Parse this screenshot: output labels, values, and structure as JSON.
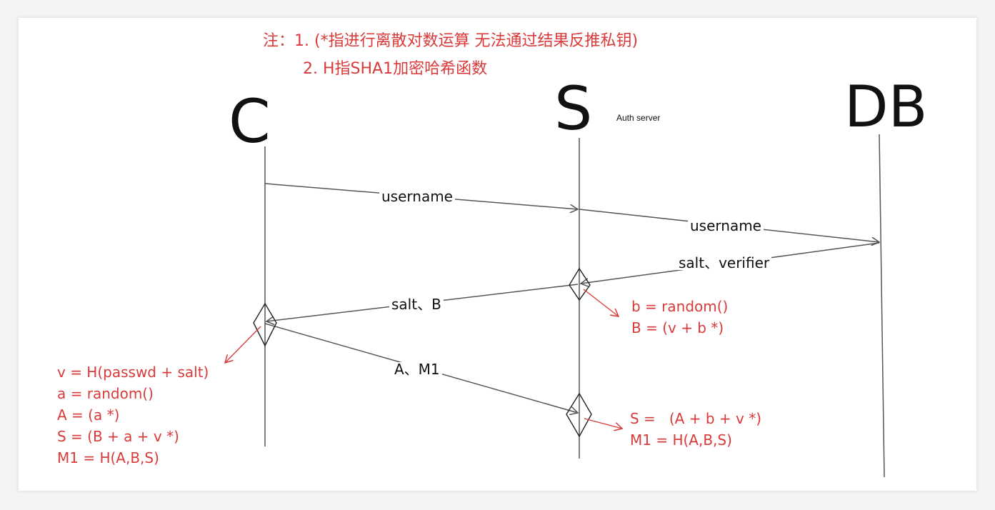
{
  "notes": {
    "line1": "注：1. (*指进行离散对数运算 无法通过结果反推私钥)",
    "line2": "2.  H指SHA1加密哈希函数"
  },
  "actors": {
    "client": "C",
    "server": "S",
    "server_caption": "Auth server",
    "db": "DB"
  },
  "messages": {
    "c_to_s_username": "username",
    "s_to_db_username": "username",
    "db_to_s": "salt、verifier",
    "s_to_c": "salt、B",
    "c_to_s_proof": "A、M1"
  },
  "server_calc": [
    "b = random()",
    "B = (v + b *)"
  ],
  "client_calc": [
    "v = H(passwd + salt)",
    "a = random()",
    "A = (a *)",
    "S = (B + a + v *)",
    "M1 = H(A,B,S)"
  ],
  "server_verify": [
    "S =   (A + b + v *)",
    "M1 = H(A,B,S)"
  ],
  "colors": {
    "annotation": "#d93a3a",
    "line": "#555555",
    "text": "#111111"
  }
}
